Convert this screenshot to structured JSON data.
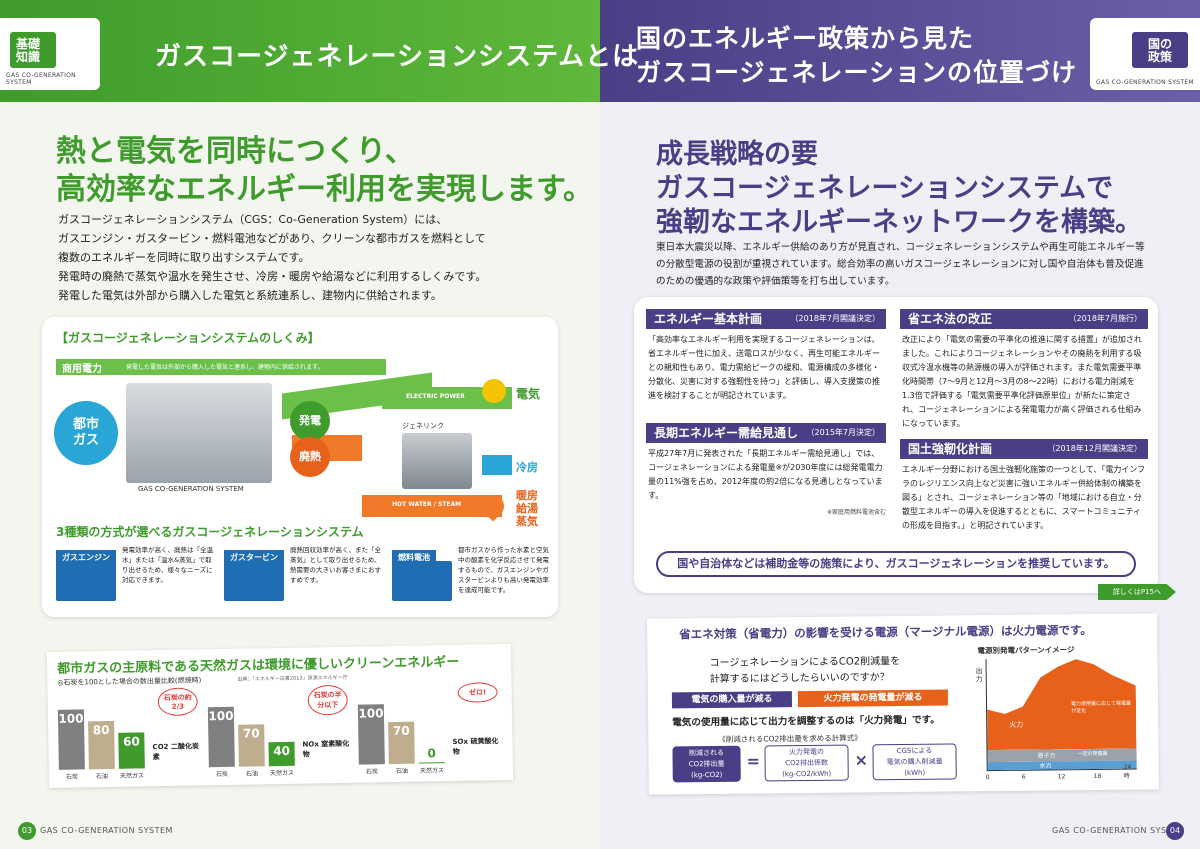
{
  "left": {
    "badge": {
      "line1": "基礎",
      "line2": "知識",
      "sub": "GAS CO-GENERATION SYSTEM"
    },
    "header_title": "ガスコージェネレーションシステムとは",
    "headline": [
      "熱と電気を同時につくり、",
      "高効率なエネルギー利用を実現します。"
    ],
    "intro": [
      "ガスコージェネレーションシステム（CGS：Co-Generation System）には、",
      "ガスエンジン・ガスタービン・燃料電池などがあり、クリーンな都市ガスを燃料として",
      "複数のエネルギーを同時に取り出すシステムです。",
      "発電時の廃熱で蒸気や温水を発生させ、冷房・暖房や給湯などに利用するしくみです。",
      "発電した電気は外部から購入した電気と系統連系し、建物内に供給されます。"
    ],
    "diagram": {
      "title": "【ガスコージェネレーションシステムのしくみ】",
      "purchase_label": "商用電力",
      "purchase_note": "発電した電気は外部から購入した電気と連系し、建物内に供給されます。",
      "gas_line1": "都市",
      "gas_line2": "ガス",
      "generation": "発電",
      "waste_heat": "廃熱",
      "machine_caption": "GAS CO-GENERATION SYSTEM",
      "genelink": "ジェネリンク",
      "electric_power": "ELECTRIC POWER",
      "hot_water": "HOT WATER / STEAM",
      "out_electricity": "電気",
      "out_cooling": "冷房",
      "out_heat": [
        "暖房",
        "給湯",
        "蒸気"
      ]
    },
    "methods": {
      "title": "3種類の方式が選べるガスコージェネレーションシステム",
      "items": [
        {
          "name": "ガスエンジン",
          "text": "発電効率が高く、廃熱は「全温水」または「温水&蒸気」で取り出せるため、様々なニーズに対応できます。"
        },
        {
          "name": "ガスタービン",
          "text": "廃熱回収効率が高く、また「全蒸気」として取り出せるため、熱需要の大きいお客さまにおすすめです。"
        },
        {
          "name": "燃料電池",
          "text": "都市ガスから作った水素と空気中の酸素を化学反応させて発電するもので、ガスエンジンやガスタービンよりも高い発電効率を達成可能です。"
        }
      ]
    },
    "clean": {
      "title": "都市ガスの主原料である天然ガスは環境に優しいクリーンエネルギー",
      "subtitle": "◎石炭を100とした場合の数出量比較(燃焼時)",
      "source": "出典：「エネルギー白書2013」資源エネルギー庁"
    },
    "footer_page": "03",
    "footer_text": "GAS CO-GENERATION SYSTEM"
  },
  "chart_data": [
    {
      "type": "bar",
      "categories": [
        "石炭",
        "石油",
        "天然ガス"
      ],
      "values": [
        100,
        80,
        60
      ],
      "xlabel": "CO2 二酸化炭素",
      "annotation": "石炭の約2/3",
      "ylim": [
        0,
        100
      ]
    },
    {
      "type": "bar",
      "categories": [
        "石炭",
        "石油",
        "天然ガス"
      ],
      "values": [
        100,
        70,
        40
      ],
      "xlabel": "NOx 窒素酸化物",
      "annotation": "石炭の半分以下",
      "ylim": [
        0,
        100
      ]
    },
    {
      "type": "bar",
      "categories": [
        "石炭",
        "石油",
        "天然ガス"
      ],
      "values": [
        100,
        70,
        0
      ],
      "xlabel": "SOx 硫黄酸化物",
      "annotation": "ゼロ!",
      "ylim": [
        0,
        100
      ]
    }
  ],
  "right": {
    "badge": {
      "line1": "国の",
      "line2": "政策",
      "sub": "GAS CO-GENERATION SYSTEM"
    },
    "header_title": [
      "国のエネルギー政策から見た",
      "ガスコージェネレーションの位置づけ"
    ],
    "headline": [
      "成長戦略の要",
      "ガスコージェネレーションシステムで",
      "強靭なエネルギーネットワークを構築。"
    ],
    "intro": [
      "東日本大震災以降、エネルギー供給のあり方が見直され、コージェネレーションシステムや再生可能エネルギー等",
      "の分散型電源の役割が重視されています。総合効率の高いガスコージェネレーションに対し国や自治体も普及促進",
      "のための優遇的な政策や評価策等を打ち出しています。"
    ],
    "cards": [
      {
        "title": "エネルギー基本計画",
        "date": "（2018年7月閣議決定）",
        "text": "「高効率なエネルギー利用を実現するコージェネレーションは、省エネルギー性に加え、送電ロスが少なく、再生可能エネルギーとの親和性もあり、電力需給ピークの緩和、電源構成の多様化・分散化、災害に対する強靭性を持つ」と評価し、導入支援策の推進を検討することが明記されています。"
      },
      {
        "title": "省エネ法の改正",
        "date": "（2018年7月施行）",
        "text": "改正により「電気の需要の平準化の推進に関する措置」が追加されました。これによりコージェネレーションやその廃熱を利用する吸収式冷温水機等の熱源機の導入が評価されます。また電気需要平準化時間帯（7〜9月と12月〜3月の8〜22時）における電力削減を1.3倍で評価する「電気需要平準化評価原単位」が新たに策定され、コージェネレーションによる発電電力が高く評価される仕組みになっています。"
      },
      {
        "title": "長期エネルギー需給見通し",
        "date": "（2015年7月決定）",
        "text": "平成27年7月に発表された「長期エネルギー需給見通し」では、コージェネレーションによる発電量※が2030年度には総発電電力量の11%強を占め、2012年度の約2倍になる見通しとなっています。",
        "note": "※家庭用燃料電池含む"
      },
      {
        "title": "国土強靭化計画",
        "date": "（2018年12月閣議決定）",
        "text": "エネルギー分野における国土強靭化施策の一つとして、「電力インフラのレジリエンス向上など災害に強いエネルギー供給体制の構築を図る」とされ、コージェネレーション等の「地域における自立・分散型エネルギーの導入を促進するとともに、スマートコミュニティの形成を目指す。」と明記されています。"
      }
    ],
    "recommend": "国や自治体などは補助金等の施策により、ガスコージェネレーションを推奨しています。",
    "detail_link": "詳しくはP15へ",
    "marginal": {
      "title": "省エネ対策（省電力）の影響を受ける電源（マージナル電源）は火力電源です。",
      "question": [
        "コージェネレーションによるCO2削減量を",
        "計算するにはどうしたらいいのですか？"
      ],
      "tag1": "電気の購入量が減る",
      "tag2": "火力発電の発電量が減る",
      "explain": "電気の使用量に応じて出力を調整するのは「火力発電」です。",
      "formula_title": "《削減されるCO2排出量を求める計算式》",
      "box1": [
        "削減される",
        "CO2排出量",
        "(kg-CO2)"
      ],
      "box2": [
        "火力発電の",
        "CO2排出係数",
        "(kg-CO2/kWh)"
      ],
      "box3": [
        "CGSによる",
        "電気の購入削減量",
        "(kWh)"
      ],
      "eq": "=",
      "times": "×",
      "chart_title": "電源別発電パターンイメージ",
      "chart_yaxis": "出力",
      "thermal": "火力",
      "nuclear": "原子力",
      "hydro": "水力",
      "annot_thermal": "電力使用量に応じて発電量が変化",
      "annot_const": "一定の発電量",
      "xticks": [
        "0",
        "6",
        "12",
        "18",
        "24時"
      ]
    },
    "footer_page": "04",
    "footer_text": "GAS CO-GENERATION SYSTEM"
  },
  "colors": {
    "green": "#3f9c2c",
    "purple": "#4a3f86",
    "orange": "#e8611a",
    "cyan": "#2aa6d6"
  }
}
